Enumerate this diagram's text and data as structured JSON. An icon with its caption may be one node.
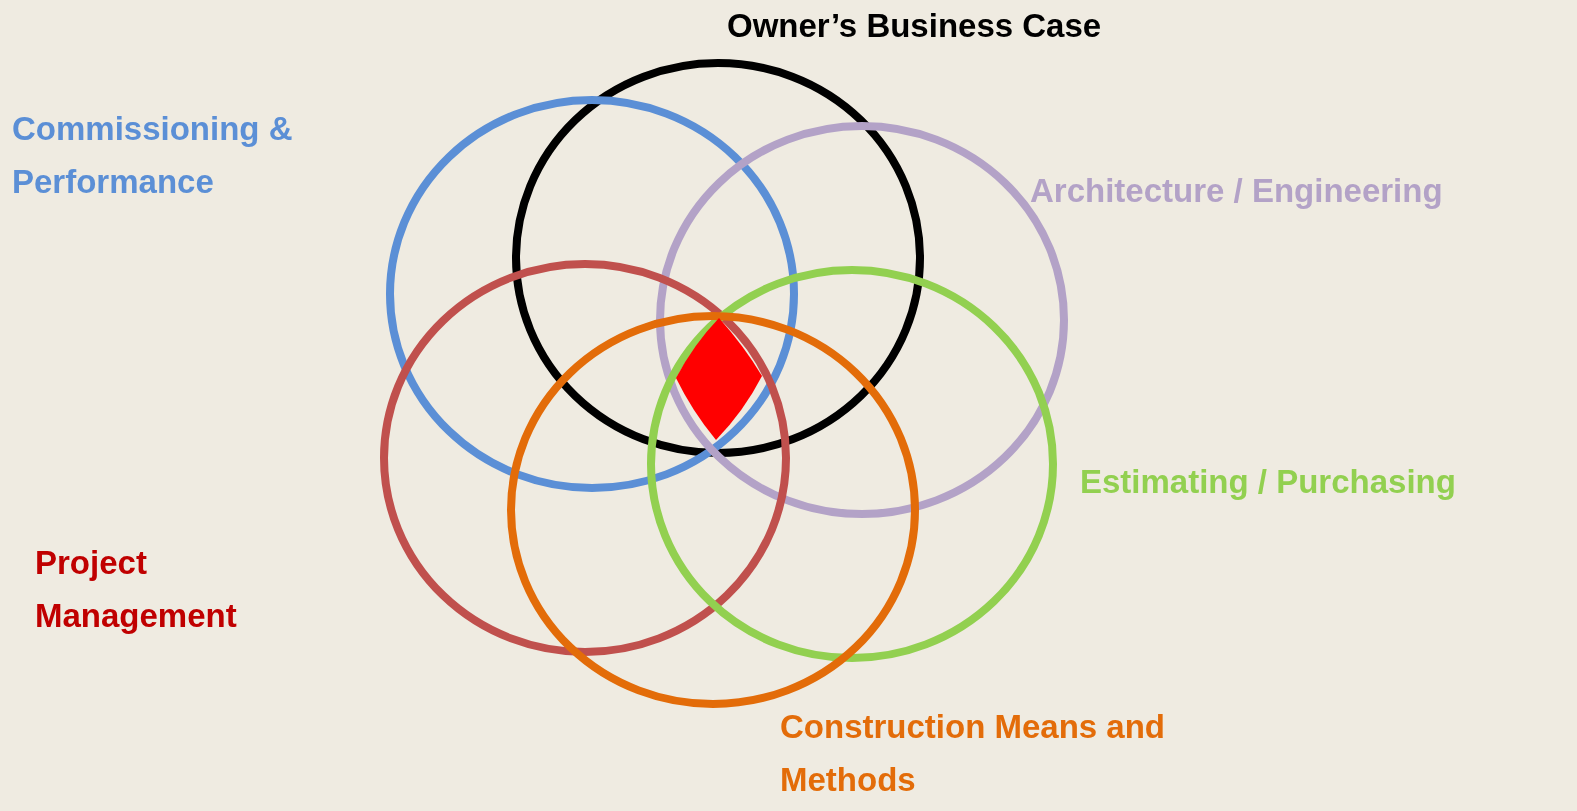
{
  "diagram": {
    "nodes": [
      {
        "text": [
          "Owner’s Business Case"
        ]
      },
      {
        "text": [
          "Commissioning & Performance"
        ]
      },
      {
        "text": [
          "Architecture / Engineering"
        ]
      },
      {
        "text": [
          "Project Management"
        ]
      },
      {
        "text": [
          "Estimating / Purchasing"
        ]
      },
      {
        "text": [
          "Construction Means and Methods"
        ]
      }
    ]
  }
}
